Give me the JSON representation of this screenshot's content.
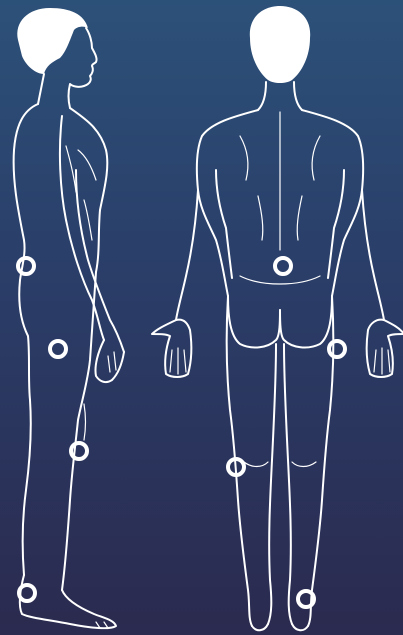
{
  "colors": {
    "background_top": "#2c5179",
    "background_mid": "#2a3f6a",
    "background_bottom": "#2b2a4f",
    "line": "#ffffff"
  },
  "figures": [
    {
      "view": "side",
      "icon": "body-side-view-icon"
    },
    {
      "view": "back",
      "icon": "body-back-view-icon"
    }
  ],
  "markers": [
    {
      "id": "side-hip"
    },
    {
      "id": "side-buttock"
    },
    {
      "id": "side-knee"
    },
    {
      "id": "side-heel"
    },
    {
      "id": "back-lower-back"
    },
    {
      "id": "back-hand"
    },
    {
      "id": "back-knee"
    },
    {
      "id": "back-ankle"
    }
  ]
}
